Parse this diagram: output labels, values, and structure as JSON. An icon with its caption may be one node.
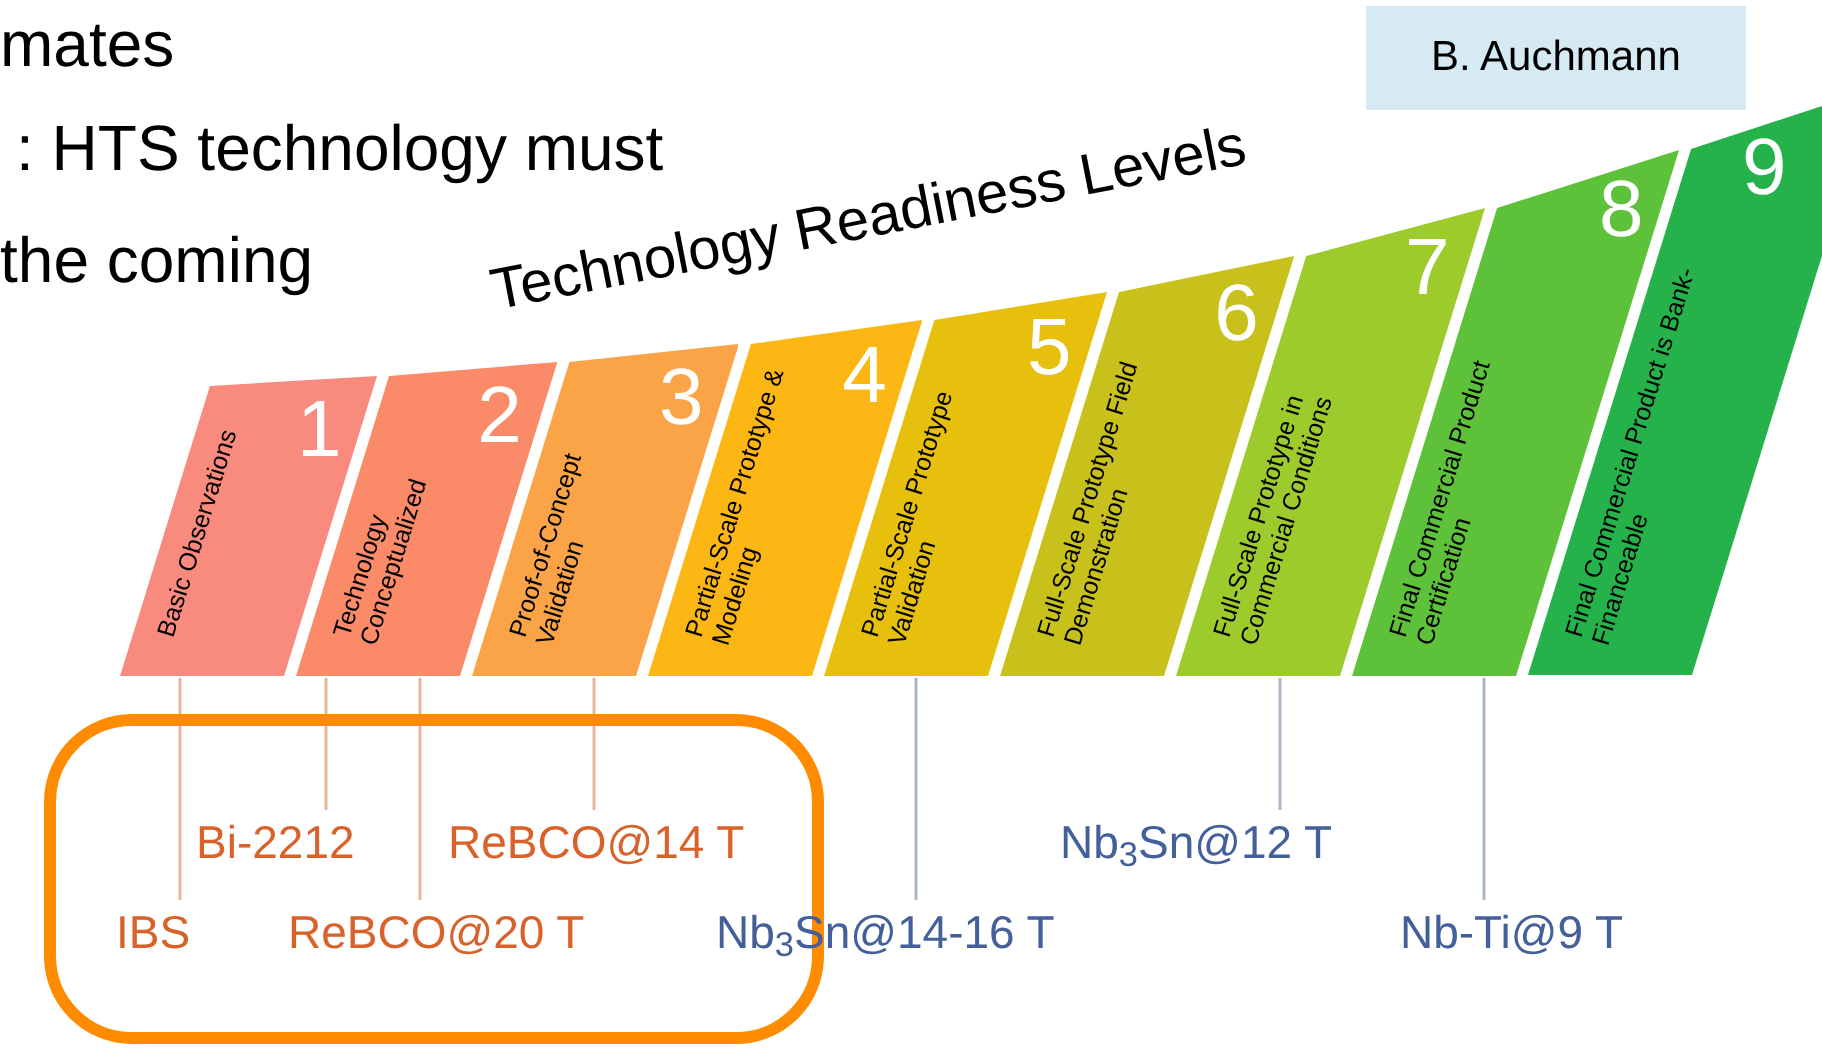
{
  "diagram": {
    "title": "Technology Readiness Levels",
    "nodes": [
      {
        "text": [
          "1",
          "Basic Observations"
        ]
      },
      {
        "text": [
          "2",
          "Technology Conceptualized"
        ]
      },
      {
        "text": [
          "3",
          "Proof-of-Concept Validation"
        ]
      },
      {
        "text": [
          "4",
          "Partial-Scale Prototype & Modeling"
        ]
      },
      {
        "text": [
          "5",
          "Partial-Scale Prototype Validation"
        ]
      },
      {
        "text": [
          "6",
          "Full-Scale Prototype Field Demonstration"
        ]
      },
      {
        "text": [
          "7",
          "Full-Scale Prototype in Commercial Conditions"
        ]
      },
      {
        "text": [
          "8",
          "Final Commercial Product Certification"
        ]
      },
      {
        "text": [
          "9",
          "Final Commercial Product is Bank-Financeable"
        ]
      },
      {
        "text": [],
        "shape": "box"
      },
      {
        "text": [
          "Bi-2212"
        ],
        "in": 9
      },
      {
        "text": [
          "ReBCO@14 T"
        ],
        "in": 9
      },
      {
        "text": [
          "IBS"
        ],
        "in": 9
      },
      {
        "text": [
          "ReBCO@20 T"
        ],
        "in": 9
      },
      {
        "text": [
          "Nb$_{3}$Sn@12 T"
        ]
      },
      {
        "text": [
          "Nb$_{3}$Sn@14-16 T"
        ]
      },
      {
        "text": [
          "Nb-Ti@9 T"
        ]
      }
    ],
    "edges": [
      {
        "from": 12,
        "to": 0,
        "arrow": "none"
      },
      {
        "from": 10,
        "to": 1,
        "arrow": "none"
      },
      {
        "from": 13,
        "to": 1,
        "arrow": "none"
      },
      {
        "from": 11,
        "to": 2,
        "arrow": "none"
      },
      {
        "from": 15,
        "to": 4,
        "arrow": "none",
        "color": "#aab4c8"
      },
      {
        "from": 14,
        "to": 6,
        "arrow": "none",
        "color": "#aab4c8"
      },
      {
        "from": 16,
        "to": 7,
        "arrow": "none",
        "color": "#aab4c8"
      }
    ],
    "labels": [
      "mates",
      ": HTS technology must",
      "the coming",
      "B. Auchmann"
    ]
  }
}
